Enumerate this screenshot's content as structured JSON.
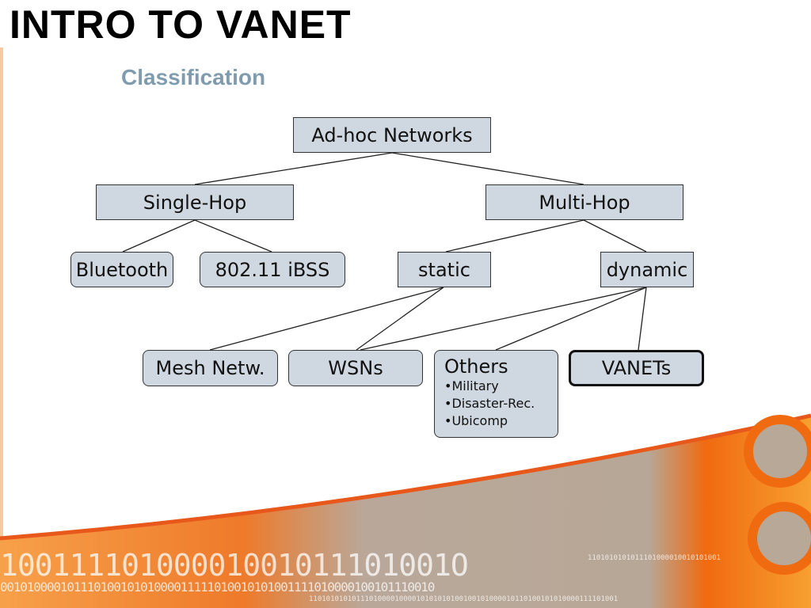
{
  "slide": {
    "title": "INTRO TO VANET",
    "subtitle": "Classification"
  },
  "diagram": {
    "root": "Ad-hoc Networks",
    "level1": [
      "Single-Hop",
      "Multi-Hop"
    ],
    "single_hop_children": [
      "Bluetooth",
      "802.11 iBSS"
    ],
    "multi_hop_children": [
      "static",
      "dynamic"
    ],
    "leaves": {
      "mesh": "Mesh Netw.",
      "wsns": "WSNs",
      "others": {
        "label": "Others",
        "items": [
          "Military",
          "Disaster-Rec.",
          "Ubicomp"
        ]
      },
      "vanets": "VANETs"
    }
  },
  "decor": {
    "binary_large": "10011110100001001011101001O",
    "binary_mid": "00101000010111010010101000011111010010101001111010000100101110010",
    "binary_small_top": "1101010101011101000010010101001",
    "binary_small_bottom": "110101010101110100001000010101010100100101000010110100101010000111101001"
  }
}
